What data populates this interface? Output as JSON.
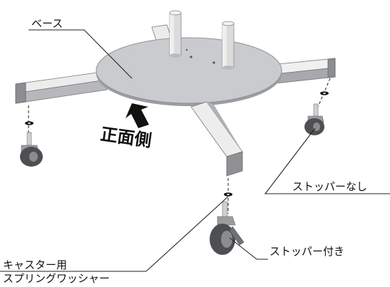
{
  "labels": {
    "base": "ベース",
    "front": "正面側",
    "no_stopper": "ストッパーなし",
    "with_stopper": "ストッパー付き",
    "washer_line1": "キャスター用",
    "washer_line2": "スプリングワッシャー"
  },
  "colors": {
    "plate": "#c9cbce",
    "plate_edge": "#8e9195",
    "bar_top": "#eeeeee",
    "bar_side": "#a7a9ac",
    "bar_dark": "#7d7f82",
    "caster_wheel": "#4d4f52",
    "post": "#dcdcdc"
  }
}
